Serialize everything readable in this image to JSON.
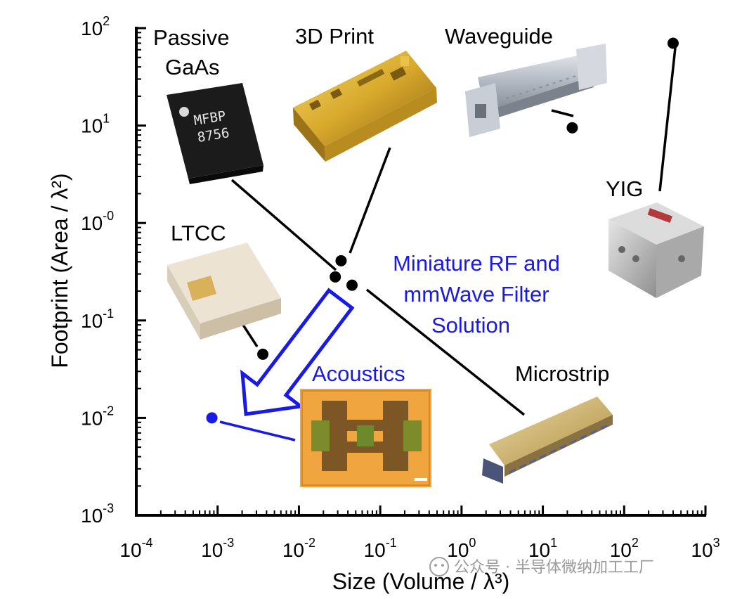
{
  "chart_data": {
    "type": "scatter",
    "x_scale": "log",
    "y_scale": "log",
    "xlabel": "Size (Volume / λ³)",
    "ylabel": "Footprint (Area / λ²)",
    "xlim": [
      0.0001,
      1000
    ],
    "ylim": [
      0.001,
      100
    ],
    "x_ticks": [
      {
        "base": "10",
        "exp": "-4"
      },
      {
        "base": "10",
        "exp": "-3"
      },
      {
        "base": "10",
        "exp": "-2"
      },
      {
        "base": "10",
        "exp": "-1"
      },
      {
        "base": "10",
        "exp": "0"
      },
      {
        "base": "10",
        "exp": "1"
      },
      {
        "base": "10",
        "exp": "2"
      },
      {
        "base": "10",
        "exp": "3"
      }
    ],
    "y_ticks": [
      {
        "base": "10",
        "exp": "-3"
      },
      {
        "base": "10",
        "exp": "-2"
      },
      {
        "base": "10",
        "exp": "-1"
      },
      {
        "base": "10",
        "exp": "-0"
      },
      {
        "base": "10",
        "exp": "1"
      },
      {
        "base": "10",
        "exp": "2"
      }
    ],
    "points": [
      {
        "label": "Passive GaAs",
        "x": 0.028,
        "y": 0.28,
        "color": "#000000"
      },
      {
        "label": "3D Print",
        "x": 0.033,
        "y": 0.41,
        "color": "#000000"
      },
      {
        "label": "Microstrip",
        "x": 0.045,
        "y": 0.23,
        "color": "#000000"
      },
      {
        "label": "LTCC",
        "x": 0.0036,
        "y": 0.045,
        "color": "#000000"
      },
      {
        "label": "Waveguide",
        "x": 23,
        "y": 9.5,
        "color": "#000000"
      },
      {
        "label": "YIG",
        "x": 400,
        "y": 70,
        "color": "#000000"
      },
      {
        "label": "Acoustics",
        "x": 0.00085,
        "y": 0.01,
        "color": "#1a1ae6"
      }
    ]
  },
  "labels": {
    "passive_gaas_1": "Passive",
    "passive_gaas_2": "GaAs",
    "print_3d": "3D Print",
    "waveguide": "Waveguide",
    "yig": "YIG",
    "ltcc": "LTCC",
    "microstrip": "Microstrip",
    "acoustics": "Acoustics",
    "solution_1": "Miniature RF and",
    "solution_2": "mmWave Filter",
    "solution_3": "Solution"
  },
  "chip_text": {
    "line1": "MFBP",
    "line2": "8756"
  },
  "watermark": "公众号 · 半导体微纳加工工厂",
  "colors": {
    "accent_blue": "#1a1ae6",
    "axis": "#000000"
  }
}
